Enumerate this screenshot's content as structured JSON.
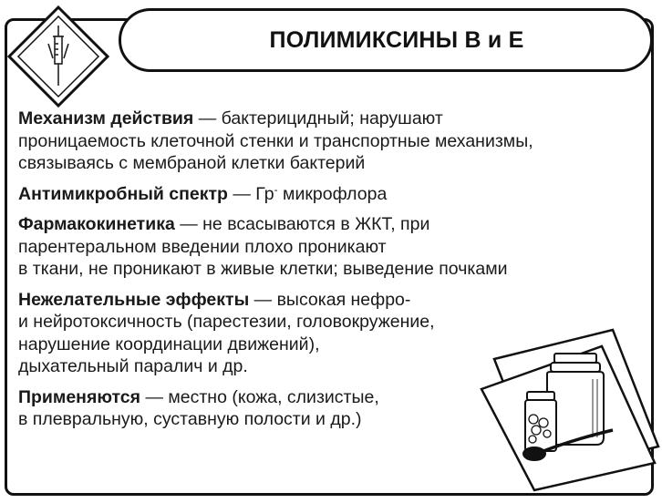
{
  "header": {
    "title": "ПОЛИМИКСИНЫ В и Е",
    "icon": "syringe-icon"
  },
  "sections": [
    {
      "heading": "Механизм действия",
      "lines": [
        " — бактерицидный; нарушают",
        "проницаемость клеточной стенки и транспортные механизмы,",
        "связываясь с мембраной клетки бактерий"
      ]
    },
    {
      "heading": "Антимикробный спектр",
      "text_before": " — Гр",
      "superscript": "-",
      "text_after": " микрофлора"
    },
    {
      "heading": "Фармакокинетика",
      "lines": [
        " — не всасываются в ЖКТ, при",
        "парентеральном введении плохо проникают",
        "в ткани, не проникают в живые клетки; выведение почками"
      ]
    },
    {
      "heading": "Нежелательные эффекты",
      "lines": [
        " — высокая нефро-",
        "и нейротоксичность (парестезии, головокружение,",
        "нарушение координации движений),",
        "дыхательный паралич и др."
      ]
    },
    {
      "heading": "Применяются",
      "lines": [
        " — местно (кожа, слизистые,",
        "в плевральную, суставную полости и др.)"
      ]
    }
  ],
  "decor": {
    "illustration": "medicine-jars-icon"
  }
}
